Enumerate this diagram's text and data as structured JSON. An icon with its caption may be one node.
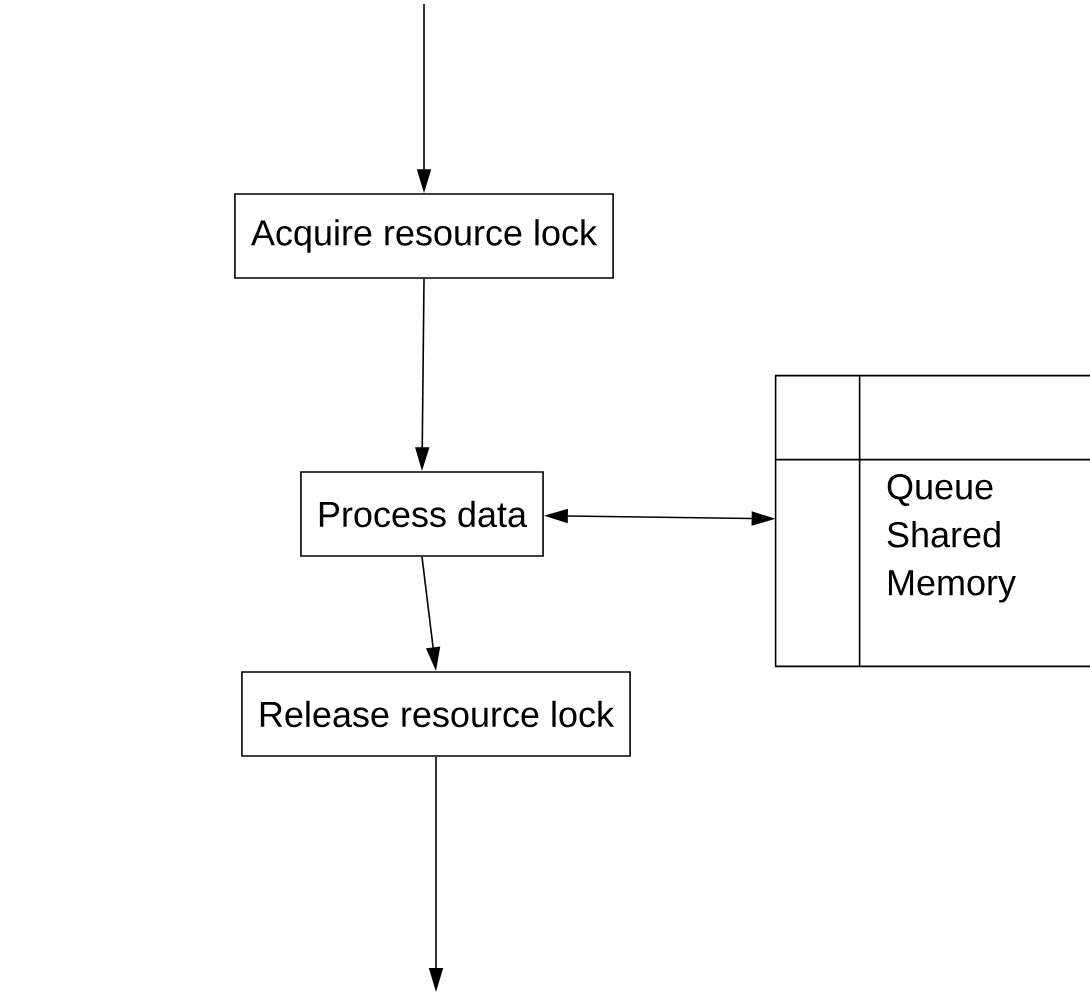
{
  "diagram": {
    "nodes": [
      {
        "text": [
          "Acquire resource lock"
        ]
      },
      {
        "text": [
          "Process data"
        ]
      },
      {
        "text": [
          "Queue Shared Memory"
        ]
      },
      {
        "text": [
          "Release resource lock"
        ]
      }
    ],
    "edges": [
      {
        "from": null,
        "to": 0,
        "arrow": "to"
      },
      {
        "from": 0,
        "to": 1,
        "arrow": "to"
      },
      {
        "from": 1,
        "to": 2,
        "arrow": "both"
      },
      {
        "from": 1,
        "to": 3,
        "arrow": "to"
      },
      {
        "from": 3,
        "to": null,
        "arrow": "to"
      }
    ]
  }
}
